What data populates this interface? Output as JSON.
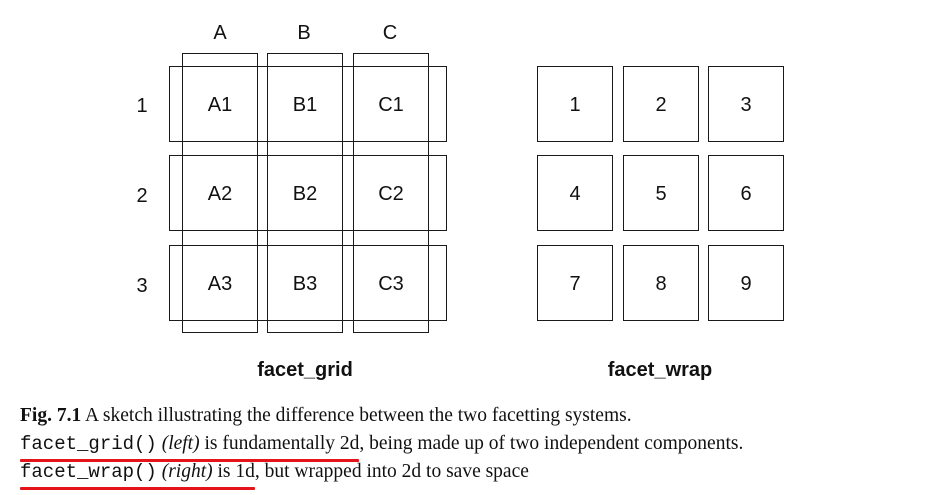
{
  "facet_grid": {
    "title": "facet_grid",
    "columns": [
      "A",
      "B",
      "C"
    ],
    "rows": [
      "1",
      "2",
      "3"
    ],
    "cells": [
      [
        "A1",
        "B1",
        "C1"
      ],
      [
        "A2",
        "B2",
        "C2"
      ],
      [
        "A3",
        "B3",
        "C3"
      ]
    ]
  },
  "facet_wrap": {
    "title": "facet_wrap",
    "cells": [
      [
        "1",
        "2",
        "3"
      ],
      [
        "4",
        "5",
        "6"
      ],
      [
        "7",
        "8",
        "9"
      ]
    ]
  },
  "caption": {
    "label": "Fig. 7.1",
    "line1": "A sketch illustrating the difference between the two facetting systems.",
    "grid_code": "facet_grid()",
    "grid_left": "(left)",
    "grid_rest": "is fundamentally 2d",
    "line2_tail": ", being made up of two independent components.",
    "wrap_code": "facet_wrap()",
    "wrap_right": "(right)",
    "wrap_rest": "is 1d",
    "line3_tail": ", but wrapped into 2d to save space"
  },
  "colors": {
    "highlight_underline": "#e5141b",
    "line": "#1a1a1a"
  }
}
